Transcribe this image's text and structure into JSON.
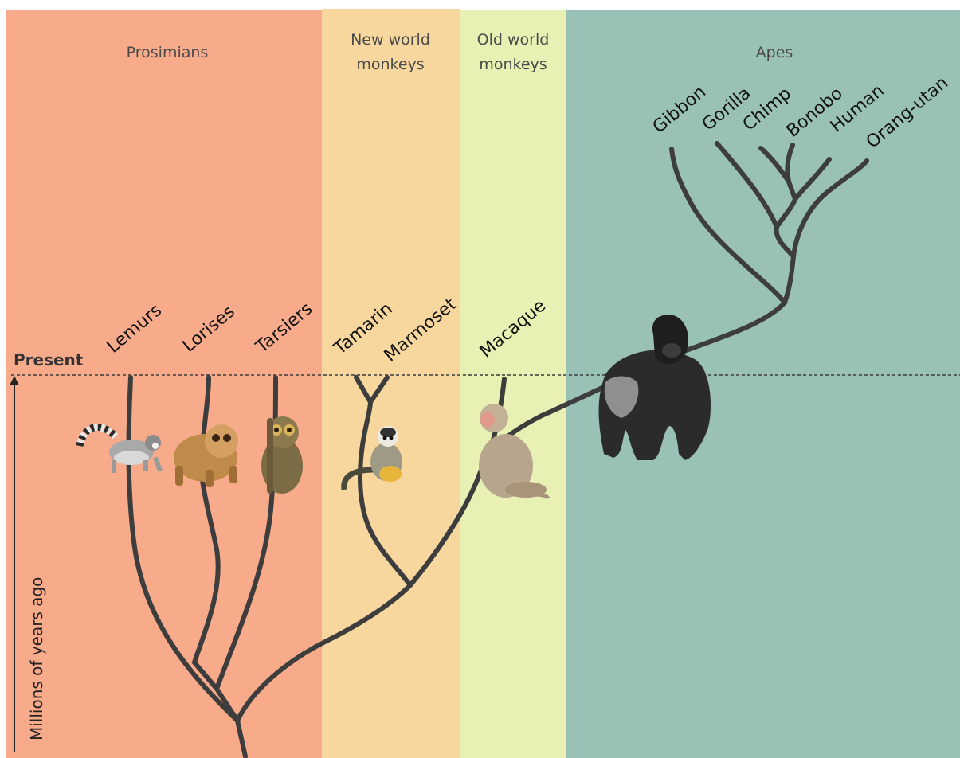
{
  "zones": [
    {
      "id": "prosimians",
      "label": "Prosimians",
      "color": "#f8ab8a"
    },
    {
      "id": "new-world",
      "label": "New world\nmonkeys",
      "color": "#f7d79e"
    },
    {
      "id": "old-world",
      "label": "Old world\nmonkeys",
      "color": "#e8f0b4"
    },
    {
      "id": "apes",
      "label": "Apes",
      "color": "#9ac1b6"
    }
  ],
  "present_label": "Present",
  "axis_label": "Millions of years ago",
  "taxa": [
    "Lemurs",
    "Lorises",
    "Tarsiers",
    "Tamarin",
    "Marmoset",
    "Macaque",
    "Gibbon",
    "Gorilla",
    "Chimp",
    "Bonobo",
    "Human",
    "Orang-utan"
  ],
  "colors": {
    "branch": "#3d3d3d",
    "present_line": "#3a3a3a",
    "axis": "#222222",
    "text": "#111111"
  }
}
